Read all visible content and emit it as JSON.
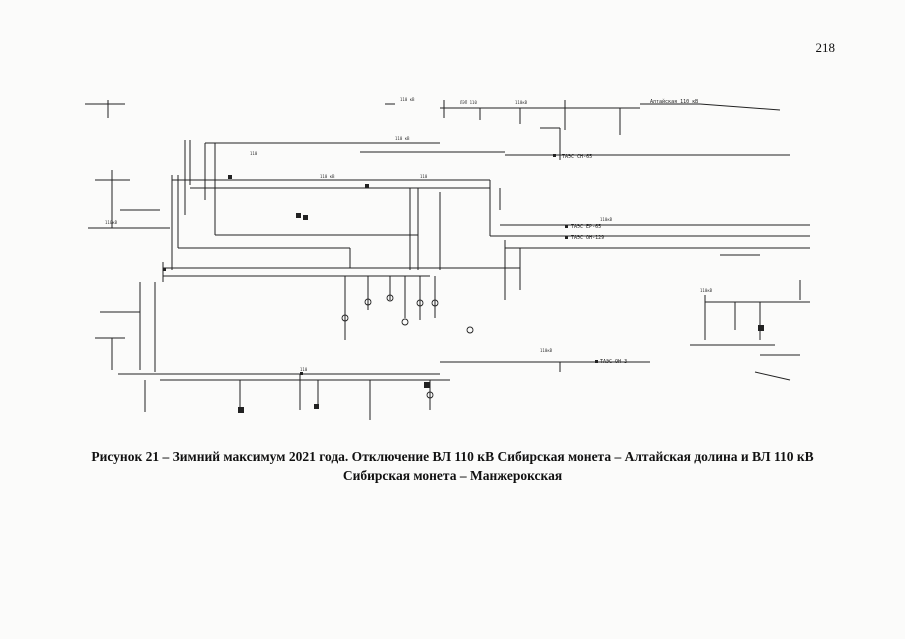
{
  "page_number": "218",
  "caption": {
    "line1": "Рисунок 21 – Зимний максимум 2021 года. Отключение ВЛ 110 кВ  Сибирская монета – Алтайская долина и ВЛ 110 кВ",
    "line2": "Сибирская монета – Манжерокская"
  },
  "diagram_labels": {
    "top_right_bus": "Алтайская 110 кВ",
    "tk_a": "ТАЭС СН-65",
    "tk_b": "ТАЭС ЕР-65",
    "tk_c": "ТАЭС ОН-129",
    "tk_d": "ТАЭС ОН-3"
  }
}
